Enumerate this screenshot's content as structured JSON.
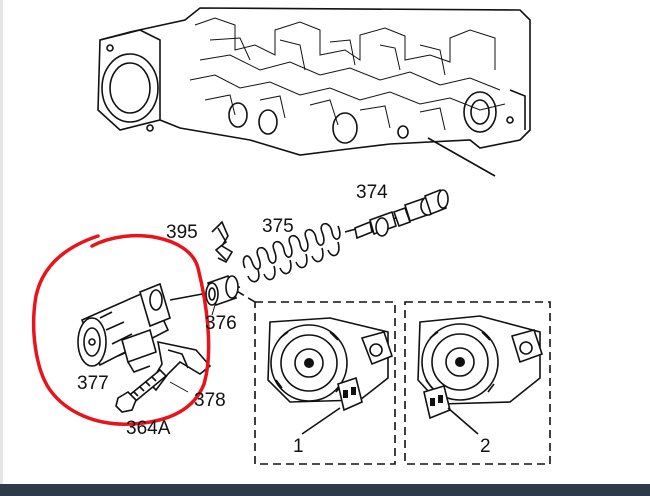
{
  "labels": {
    "part_374": "374",
    "part_375": "375",
    "part_395": "395",
    "part_376": "376",
    "part_377": "377",
    "part_378": "378",
    "part_364a": "364A",
    "view_1": "1",
    "view_2": "2"
  },
  "annotation": {
    "circle_color": "#e8141c"
  },
  "colors": {
    "line": "#111111",
    "bottom_bar": "#2e3a48"
  }
}
